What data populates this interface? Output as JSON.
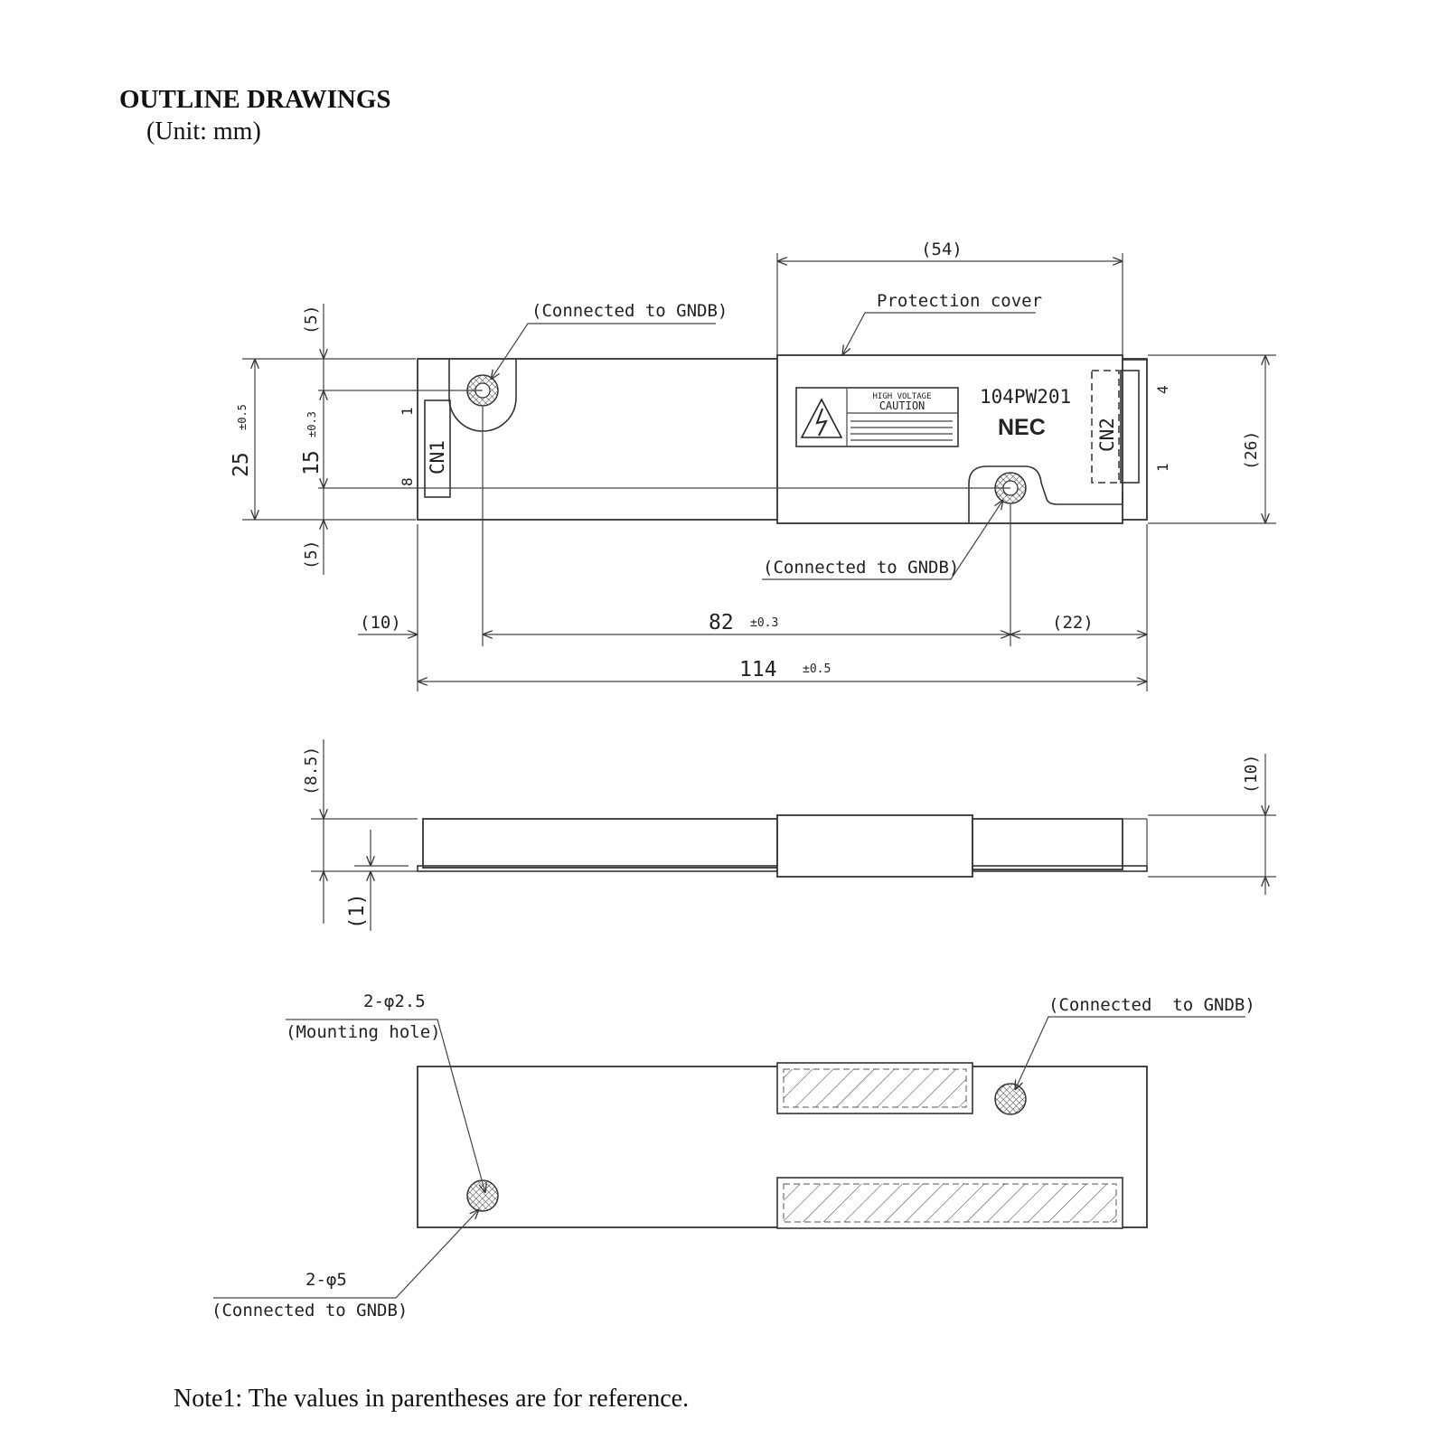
{
  "title": "OUTLINE DRAWINGS",
  "unit": "(Unit: mm)",
  "note": "Note1: The values in parentheses are for reference.",
  "top_view": {
    "dim_54": "(54)",
    "protection_cover": "Protection cover",
    "connected_gndb_top": "(Connected to GNDB)",
    "connected_gndb_bottom": "(Connected to GNDB)",
    "dim_5_top": "(5)",
    "dim_5_bottom": "(5)",
    "dim_25": "25",
    "tol_25": "±0.5",
    "dim_15": "15",
    "tol_15": "±0.3",
    "dim_26": "(26)",
    "dim_10": "(10)",
    "dim_82": "82",
    "tol_82": "±0.3",
    "dim_22": "(22)",
    "dim_114": "114",
    "tol_114": "±0.5",
    "cn1_label": "CN1",
    "cn1_pin_1": "1",
    "cn1_pin_8": "8",
    "cn2_label": "CN2",
    "cn2_pin_4": "4",
    "cn2_pin_1": "1",
    "model": "104PW201",
    "brand": "NEC",
    "caution_line1": "HIGH VOLTAGE",
    "caution_line2": "CAUTION"
  },
  "side_view": {
    "dim_8_5": "(8.5)",
    "dim_1": "(1)",
    "dim_10": "(10)"
  },
  "bottom_view": {
    "mount_dia": "2-φ2.5",
    "mount_label": "(Mounting hole)",
    "gnd_dia": "2-φ5",
    "gnd_label": "(Connected to GNDB)",
    "connected_gndb_right": "(Connected  to GNDB)"
  }
}
